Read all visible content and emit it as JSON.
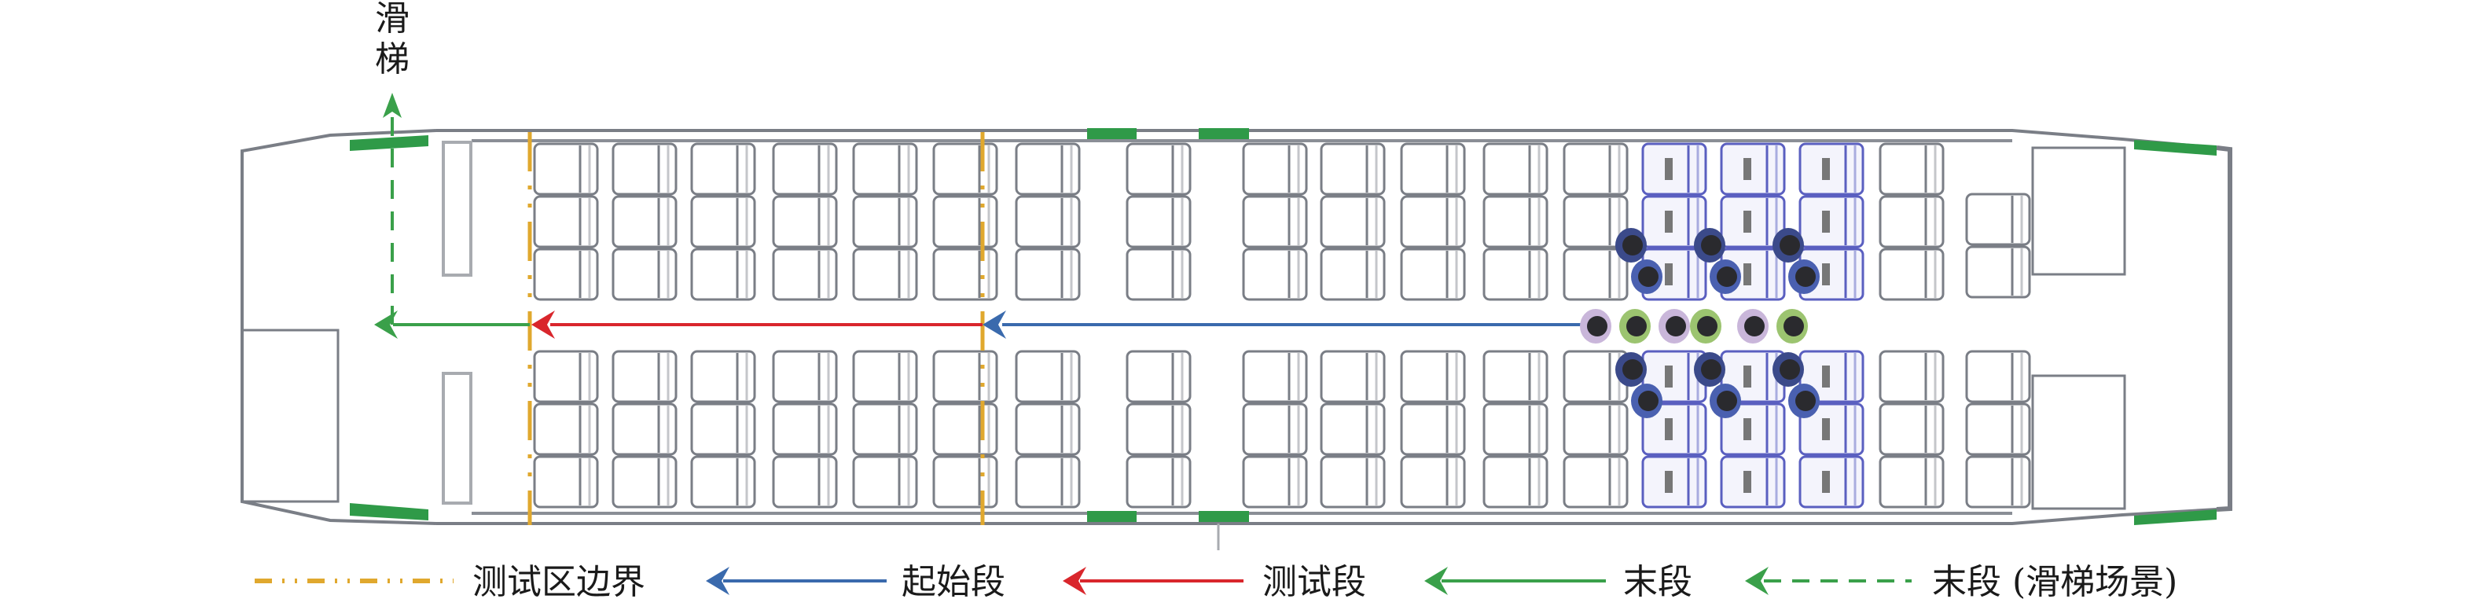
{
  "slide_label": "滑梯",
  "legend": [
    {
      "label": "测试区边界",
      "style": "dash-dot",
      "color": "#e0a82e"
    },
    {
      "label": "起始段",
      "style": "arrow-solid",
      "color": "#3a6aad"
    },
    {
      "label": "测试段",
      "style": "arrow-solid",
      "color": "#d9262c"
    },
    {
      "label": "末段",
      "style": "arrow-solid",
      "color": "#3aa04a"
    },
    {
      "label": "末段 (滑梯场景)",
      "style": "arrow-dashed",
      "color": "#3aa04a"
    }
  ],
  "colors": {
    "structure": "#7a7e86",
    "door": "#2f9a48",
    "highlight_seat": "#5a5fc0",
    "boundary": "#e0a82e",
    "start": "#3a6aad",
    "test": "#d9262c",
    "end": "#3aa04a"
  }
}
